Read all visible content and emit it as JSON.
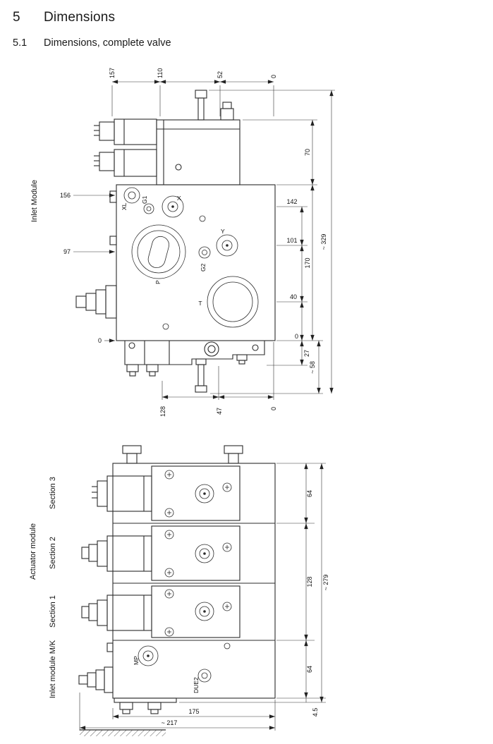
{
  "page": {
    "section_number": "5",
    "section_title": "Dimensions",
    "subsection_number": "5.1",
    "subsection_title": "Dimensions, complete valve"
  },
  "inlet": {
    "label": "Inlet Module",
    "dims": {
      "top": [
        "157",
        "110",
        "52",
        "0"
      ],
      "left": [
        "156",
        "97",
        "0"
      ],
      "right_pos": [
        "142",
        "101",
        "40",
        "0"
      ],
      "right_chain": [
        "70",
        "170",
        "27",
        "~ 58",
        "~ 329"
      ],
      "bottom": [
        "128",
        "47",
        "0"
      ]
    },
    "ports": {
      "xl": "XL",
      "g1": "G1",
      "x": "X",
      "y": "Y",
      "g2": "G2",
      "p": "P",
      "t": "T"
    }
  },
  "actuator": {
    "group_label": "Actuator module",
    "sections": [
      "Section 3",
      "Section 2",
      "Section 1"
    ],
    "inlet_label": "Inlet module M/K",
    "dims": {
      "right": [
        "64",
        "128",
        "64",
        "4.5",
        "~ 279"
      ],
      "bottom": [
        "175",
        "~ 217"
      ]
    },
    "ports": {
      "mp": "MP",
      "due2": "DUE2"
    }
  }
}
